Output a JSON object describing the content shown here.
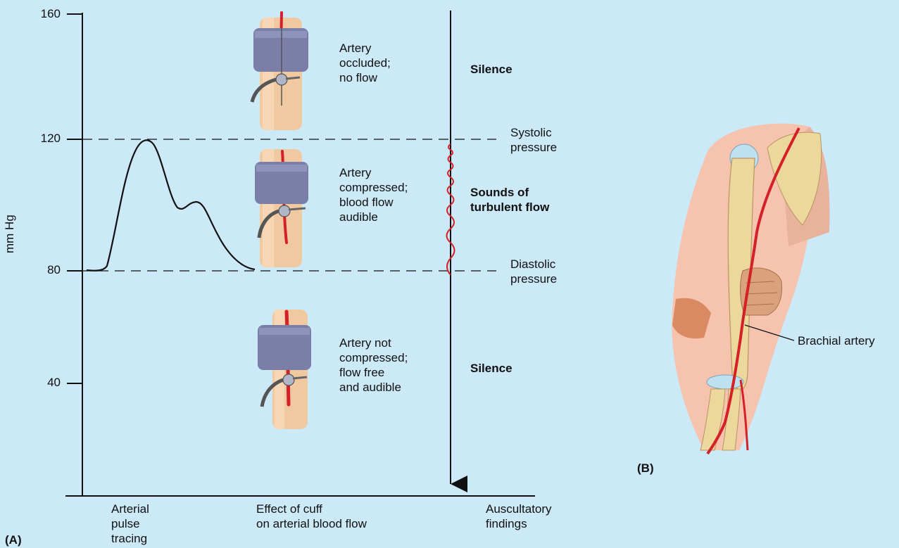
{
  "panel_a": {
    "panel_label": "(A)",
    "y_axis_label": "mm Hg",
    "y_ticks": [
      "160",
      "120",
      "80",
      "40"
    ],
    "bottom_labels": {
      "col1": [
        "Arterial",
        "pulse",
        "tracing"
      ],
      "col2": [
        "Effect of cuff",
        "on arterial blood flow"
      ],
      "col3": [
        "Auscultatory",
        "findings"
      ]
    },
    "cuff_states": [
      {
        "lines": [
          "Artery",
          "occluded;",
          "no flow"
        ]
      },
      {
        "lines": [
          "Artery",
          "compressed;",
          "blood flow",
          "audible"
        ]
      },
      {
        "lines": [
          "Artery not",
          "compressed;",
          "flow free",
          "and audible"
        ]
      }
    ],
    "findings": {
      "top": "Silence",
      "middle": [
        "Sounds of",
        "turbulent flow"
      ],
      "bottom": "Silence"
    },
    "pressure_labels": {
      "systolic": [
        "Systolic",
        "pressure"
      ],
      "diastolic": [
        "Diastolic",
        "pressure"
      ]
    }
  },
  "panel_b": {
    "panel_label": "(B)",
    "artery_label": "Brachial artery"
  },
  "colors": {
    "background": "#cbe9f7",
    "artery_red": "#d42027",
    "cuff": "#7b7fa8",
    "skin": "#f1c9a0",
    "bone": "#ecd79c"
  }
}
